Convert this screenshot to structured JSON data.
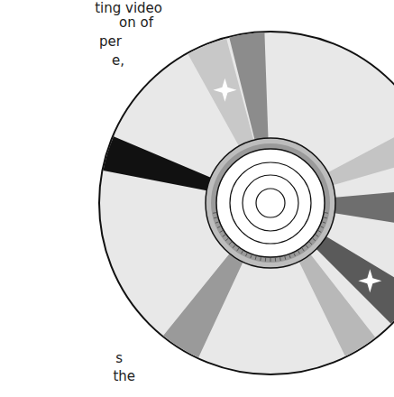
{
  "diagram": {
    "labels": [
      "ting video",
      "on of",
      "per",
      "e,",
      "s",
      "the"
    ]
  }
}
